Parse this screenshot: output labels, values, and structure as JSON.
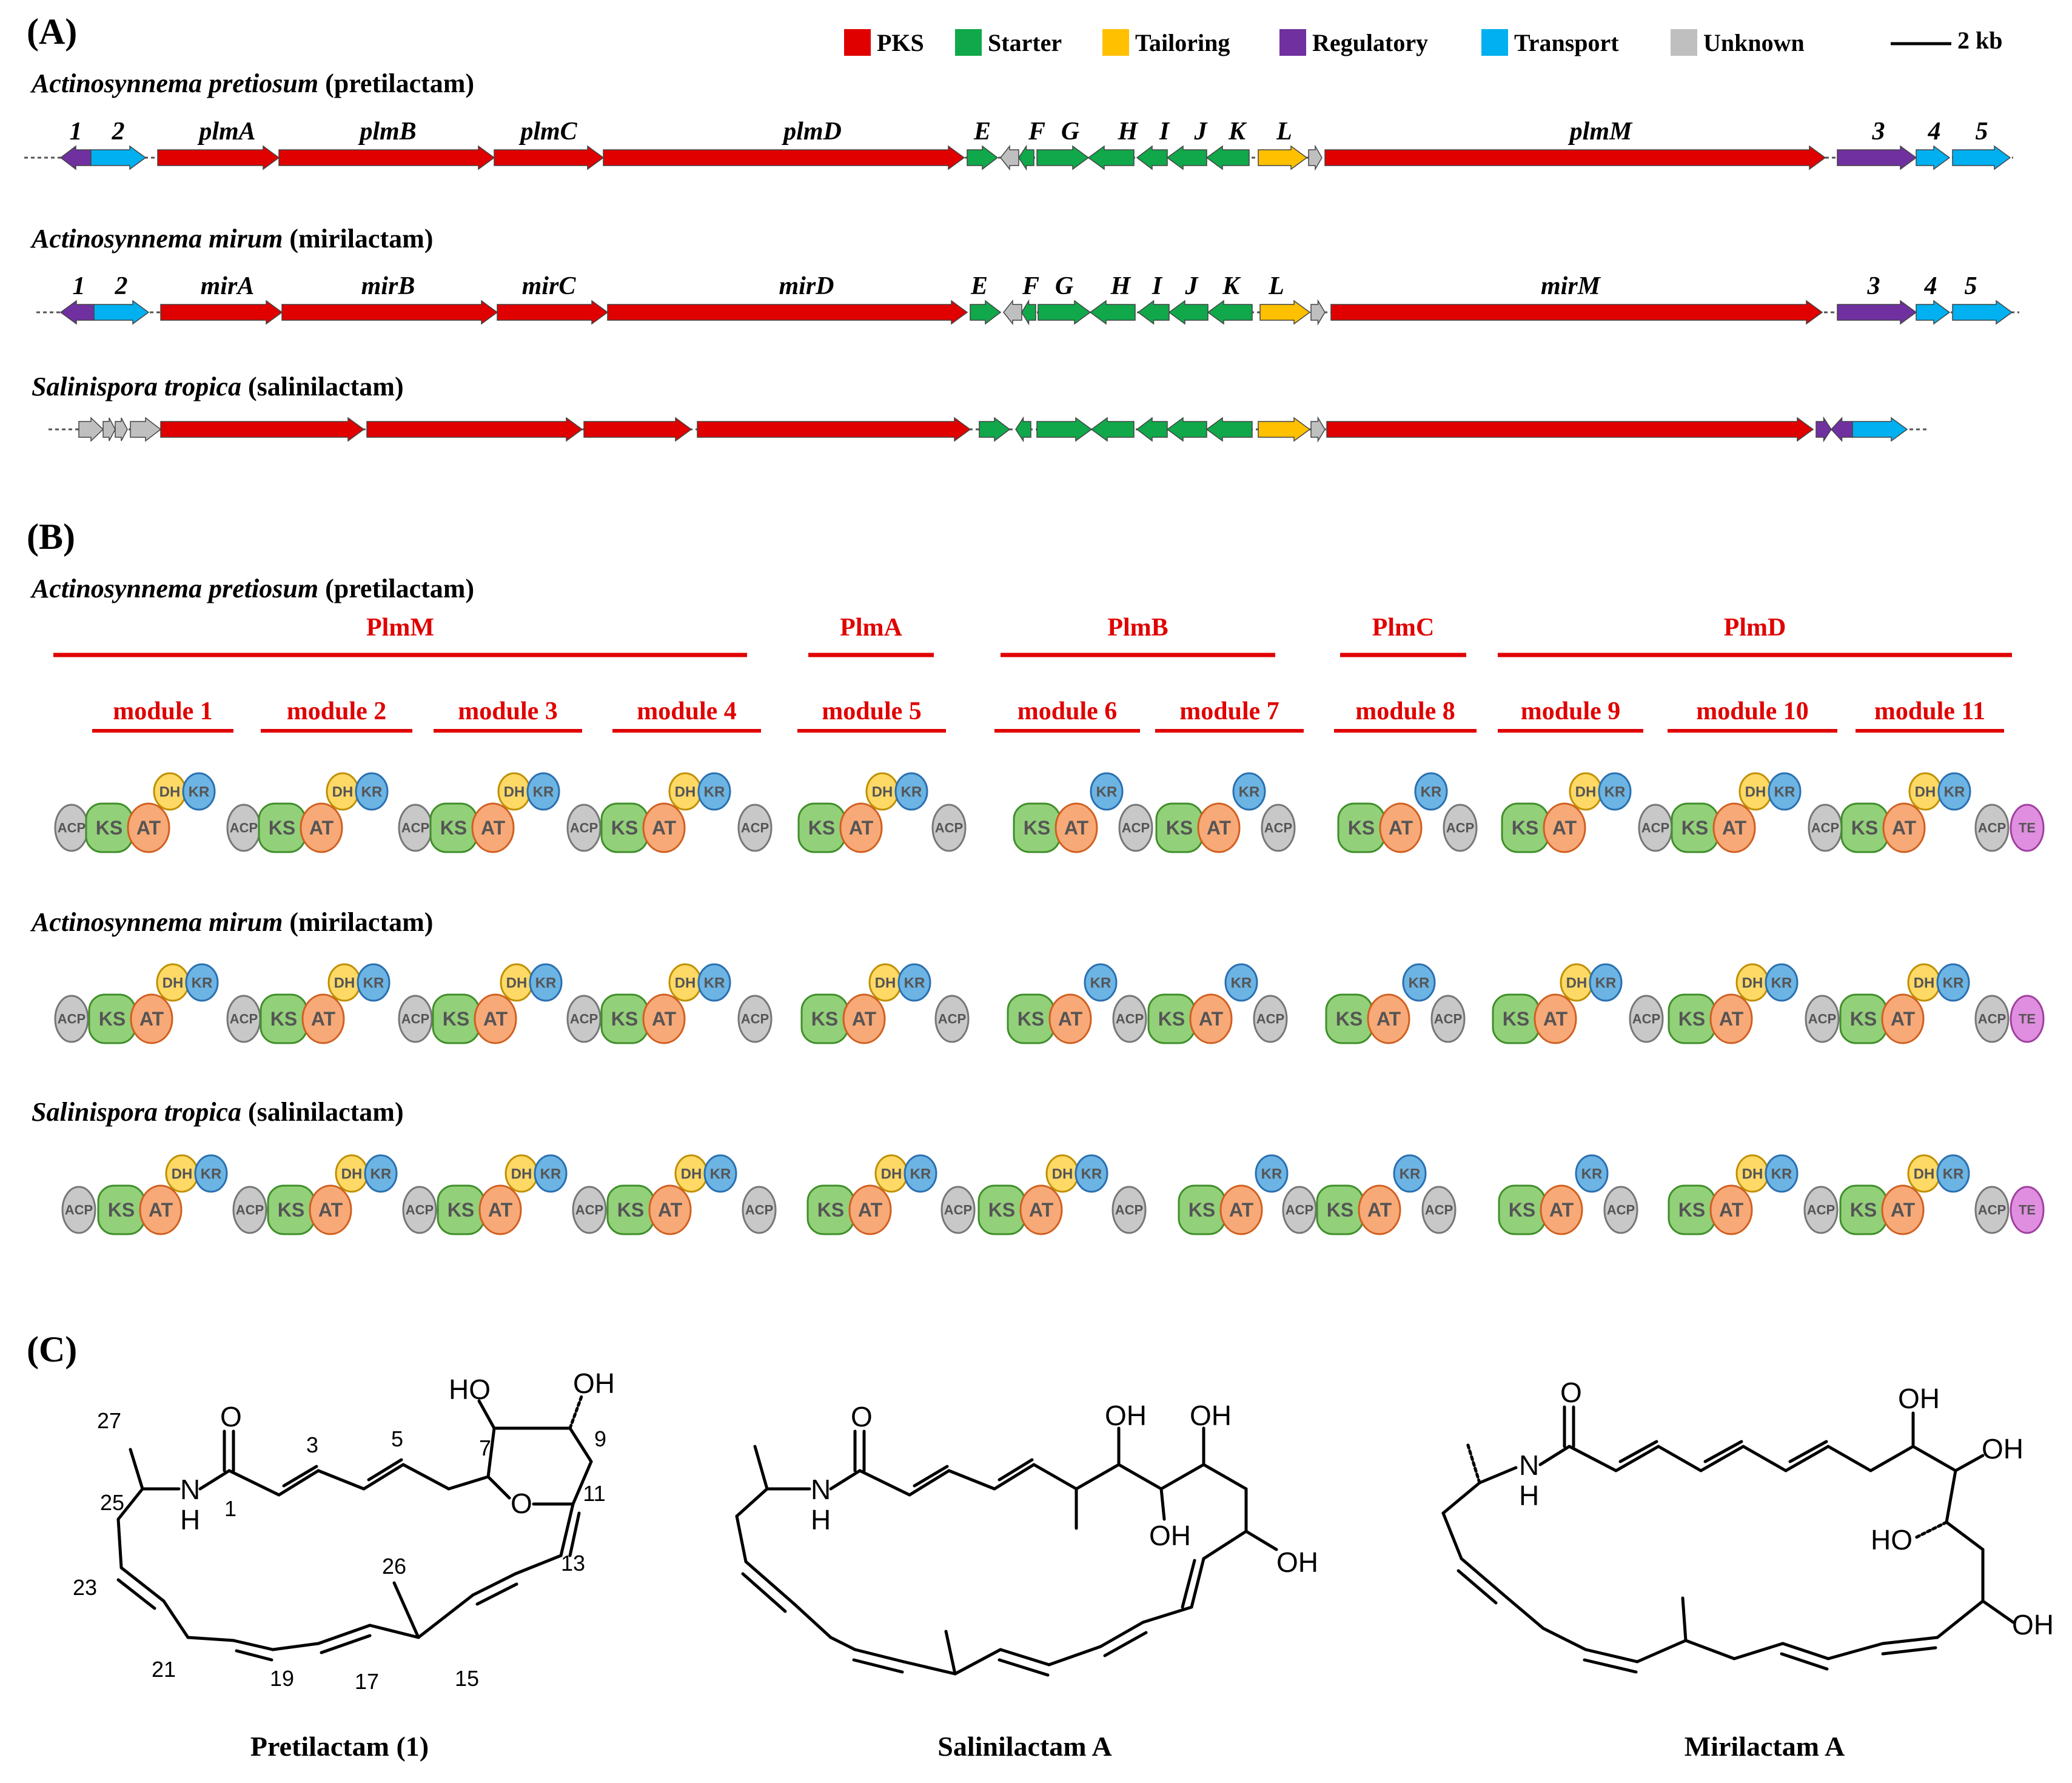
{
  "panels": {
    "a": "(A)",
    "b": "(B)",
    "c": "(C)"
  },
  "legend": {
    "items": [
      {
        "label": "PKS",
        "color": "#e00000"
      },
      {
        "label": "Starter",
        "color": "#10a84a"
      },
      {
        "label": "Tailoring",
        "color": "#ffc000"
      },
      {
        "label": "Regulatory",
        "color": "#7030a0"
      },
      {
        "label": "Transport",
        "color": "#00b0f0"
      },
      {
        "label": "Unknown",
        "color": "#bfbfbf"
      }
    ],
    "scale_label": "2 kb"
  },
  "colors": {
    "PKS": "#e00000",
    "Starter": "#10a84a",
    "Tailoring": "#ffc000",
    "Regulatory": "#7030a0",
    "Transport": "#00b0f0",
    "Unknown": "#bfbfbf",
    "KS": "#93d07a",
    "AT": "#f8a978",
    "DH": "#ffd966",
    "KR": "#6cb4e4",
    "ACP": "#c8c8c8",
    "TE": "#e08ee0"
  },
  "clusters": [
    {
      "species": "Actinosynnema pretiosum",
      "product": "(pretilactam)",
      "genes": [
        "1",
        "2",
        "plmA",
        "plmB",
        "plmC",
        "plmD",
        "E",
        "F",
        "G",
        "H",
        "I",
        "J",
        "K",
        "L",
        "plmM",
        "3",
        "4",
        "5"
      ]
    },
    {
      "species": "Actinosynnema mirum",
      "product": "(mirilactam)",
      "genes": [
        "1",
        "2",
        "mirA",
        "mirB",
        "mirC",
        "mirD",
        "E",
        "F",
        "G",
        "H",
        "I",
        "J",
        "K",
        "L",
        "mirM",
        "3",
        "4",
        "5"
      ]
    },
    {
      "species": "Salinispora tropica",
      "product": "(salinilactam)",
      "genes": []
    }
  ],
  "domains": {
    "header_species": "Actinosynnema pretiosum",
    "header_product": "(pretilactam)",
    "proteins": [
      "PlmM",
      "PlmA",
      "PlmB",
      "PlmC",
      "PlmD"
    ],
    "modules": [
      "module 1",
      "module 2",
      "module 3",
      "module 4",
      "module 5",
      "module 6",
      "module 7",
      "module 8",
      "module 9",
      "module 10",
      "module 11"
    ],
    "rows": [
      {
        "species": "Actinosynnema pretiosum",
        "product": "(pretilactam)"
      },
      {
        "species": "Actinosynnema mirum",
        "product": "(mirilactam)"
      },
      {
        "species": "Salinispora tropica",
        "product": "(salinilactam)"
      }
    ],
    "domain_names": {
      "KS": "KS",
      "AT": "AT",
      "DH": "DH",
      "KR": "KR",
      "ACP": "ACP",
      "TE": "TE"
    }
  },
  "structures": {
    "compounds": [
      "Pretilactam (1)",
      "Salinilactam A",
      "Mirilactam A"
    ],
    "atoms": {
      "O": "O",
      "N": "N",
      "H": "H",
      "OH": "OH",
      "HO": "HO"
    },
    "numbers": [
      "27",
      "25",
      "1",
      "3",
      "5",
      "7",
      "9",
      "11",
      "13",
      "15",
      "17",
      "19",
      "21",
      "23",
      "26"
    ]
  }
}
